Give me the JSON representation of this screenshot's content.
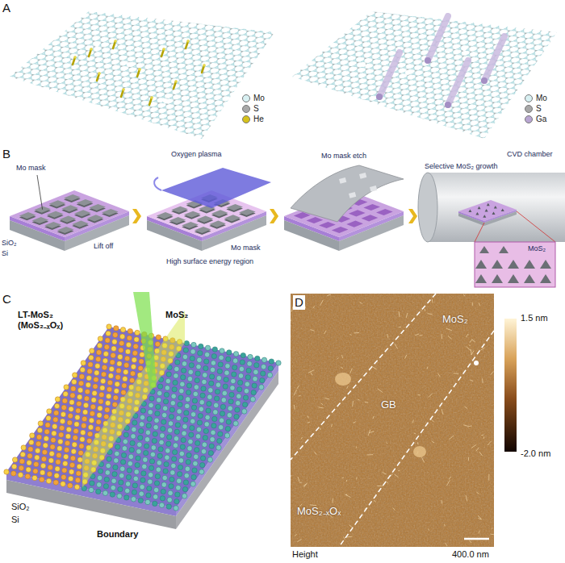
{
  "diagram": {
    "labels": [
      "A",
      "B",
      "Mo mask",
      "SiO₂",
      "Si",
      "Lift off",
      "Oxygen plasma",
      "Mo mask",
      "High surface energy region",
      "Mo mask etch",
      "CVD chamber",
      "Selective MoS₂ growth",
      "MoS₂",
      "C",
      "LT-MoS₂ (MoS₂₋ₓOₓ)",
      "MoS₂",
      "SiO₂",
      "Si",
      "Boundary",
      "D",
      "MoS₂",
      "GB",
      "MoS₂₋ₓOₓ",
      "1.5 nm",
      "-2.0 nm",
      "Height",
      "400.0 nm"
    ],
    "legend": [
      {
        "text": "Mo",
        "color": "#d8f0f2"
      },
      {
        "text": "S",
        "color": "#a8a8a8"
      },
      {
        "text": "He",
        "color": "#d6c21c"
      },
      {
        "text": "Mo",
        "color": "#d8f0f2"
      },
      {
        "text": "S",
        "color": "#a8a8a8"
      },
      {
        "text": "Ga",
        "color": "#b9a6d2"
      }
    ]
  }
}
